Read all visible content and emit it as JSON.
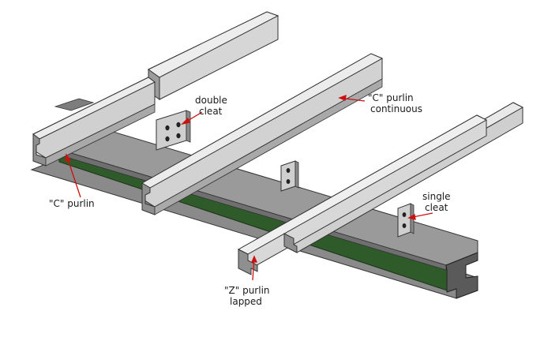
{
  "labels": {
    "double_cleat_1": "double",
    "double_cleat_2": "cleat",
    "c_purlin_continuous_1": "\"C\" purlin",
    "c_purlin_continuous_2": "continuous",
    "c_purlin": "\"C\" purlin",
    "single_cleat_1": "single",
    "single_cleat_2": "cleat",
    "z_purlin_lapped_1": "\"Z\" purlin",
    "z_purlin_lapped_2": "lapped"
  },
  "colors": {
    "steel_light": "#dcdcdc",
    "steel_mid": "#bdbdbd",
    "steel_dark": "#8e8e8e",
    "web_green": "#2f5a2a",
    "beam_flange": "#7a7a7a",
    "arrow_red": "#cc1111"
  }
}
